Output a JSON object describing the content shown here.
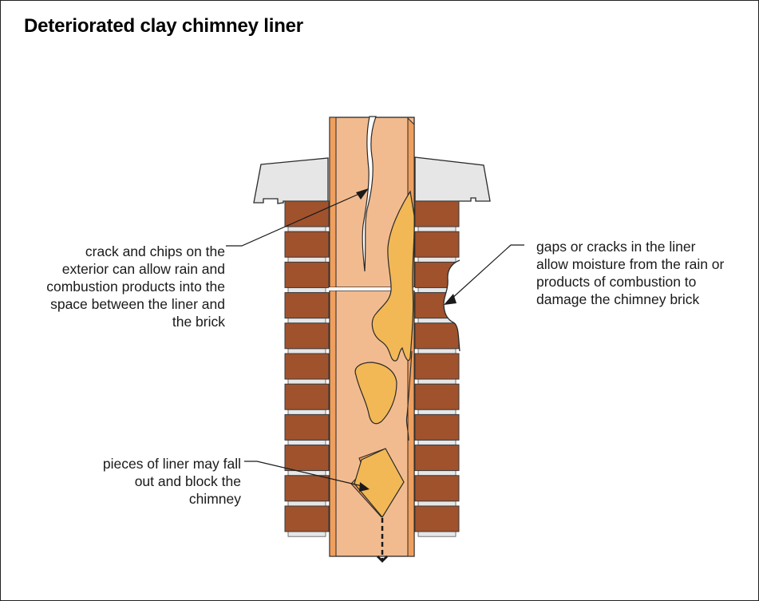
{
  "title": "Deteriorated clay chimney liner",
  "colors": {
    "brick": "#a0522d",
    "mortar": "#e6e6e6",
    "liner": "#f2bb8f",
    "liner_edge": "#ef9f5e",
    "damage": "#f2b856",
    "crown": "#e6e6e6",
    "outline": "#2a2a2a"
  },
  "callouts": {
    "crack": {
      "lines": [
        "crack and chips on the",
        "exterior can allow rain and",
        "combustion products into the",
        "space between the liner and",
        "the brick"
      ]
    },
    "gaps": {
      "lines": [
        "gaps or cracks in the liner",
        "allow moisture from the rain or",
        "products of combustion to",
        "damage the chimney brick"
      ]
    },
    "pieces": {
      "lines": [
        "pieces of liner may fall",
        "out and block the",
        "chimney"
      ]
    }
  },
  "brick_rows": 11
}
